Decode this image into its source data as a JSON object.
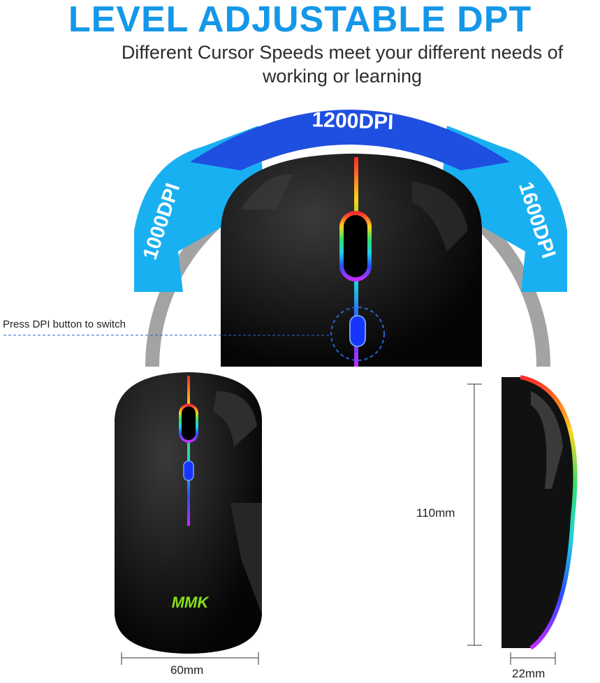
{
  "header": {
    "title": "LEVEL ADJUSTABLE DPT",
    "subtitle_line1": "Different Cursor Speeds meet your different needs of",
    "subtitle_line2": "working or learning"
  },
  "dpi_arc": {
    "left_label": "1000DPI",
    "center_label": "1200DPI",
    "right_label": "1600DPI",
    "colors": {
      "outer_light": "#19b0f2",
      "outer_center": "#1f4fe0",
      "inner_ring": "#a0a0a0"
    }
  },
  "annotation": {
    "dpi_button": "Press DPI button to switch"
  },
  "dimensions": {
    "length": "110mm",
    "width": "60mm",
    "height": "22mm"
  },
  "brand": {
    "logo_text": "MMK"
  }
}
